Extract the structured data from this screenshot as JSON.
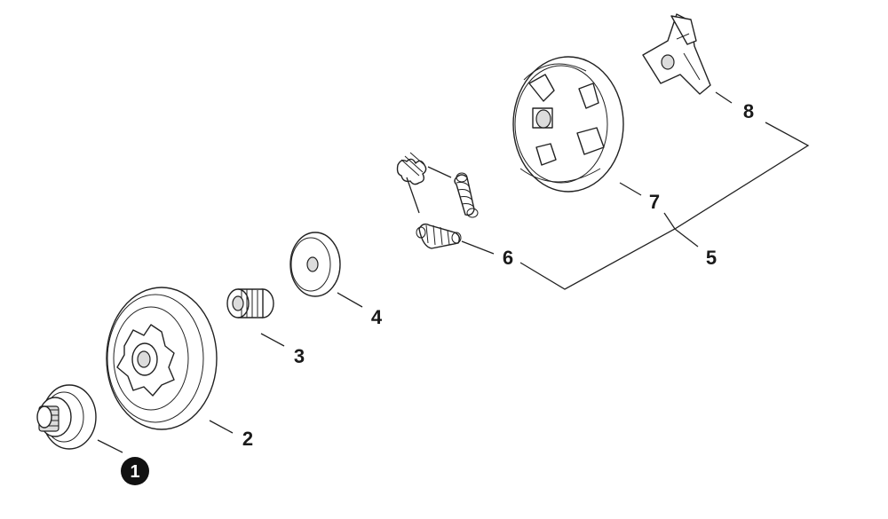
{
  "callouts": [
    {
      "id": "1",
      "label": "1",
      "highlighted": true
    },
    {
      "id": "2",
      "label": "2"
    },
    {
      "id": "3",
      "label": "3"
    },
    {
      "id": "4",
      "label": "4"
    },
    {
      "id": "5",
      "label": "5"
    },
    {
      "id": "6",
      "label": "6"
    },
    {
      "id": "7",
      "label": "7"
    },
    {
      "id": "8",
      "label": "8"
    }
  ],
  "colors": {
    "line": "#222222",
    "highlight": "#111111",
    "background": "#ffffff"
  }
}
